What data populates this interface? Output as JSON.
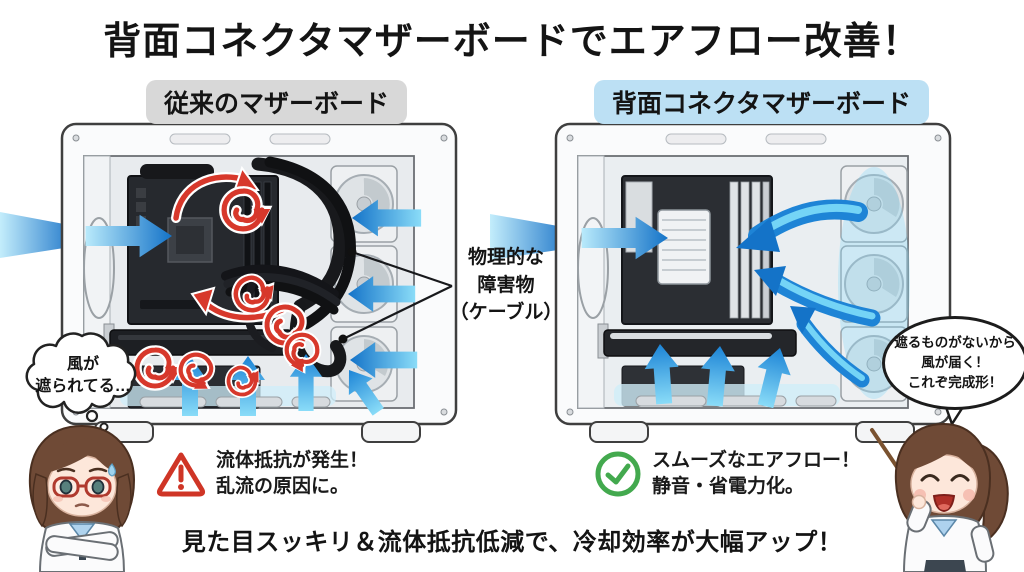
{
  "title": "背面コネクタマザーボードでエアフロー改善！",
  "left_panel": {
    "header": "従来のマザーボード",
    "thought_bubble": {
      "line1": "風が",
      "line2": "遮られてる…"
    },
    "warning": {
      "line1": "流体抵抗が発生！",
      "line2": "乱流の原因に。"
    }
  },
  "right_panel": {
    "header": "背面コネクタマザーボード",
    "speech_bubble": {
      "line1": "遮るものがないから",
      "line2": "風が届く！",
      "line3": "これぞ完成形！"
    },
    "benefit": {
      "line1": "スムーズなエアフロー！",
      "line2": "静音・省電力化。"
    }
  },
  "annotation": {
    "line1": "物理的な",
    "line2": "障害物",
    "line3": "（ケーブル）"
  },
  "footer": "見た目スッキリ＆流体抵抗低減で、冷却効率が大幅アップ！",
  "icons": {
    "warning": "warning-triangle",
    "check": "check-circle",
    "turbulence": "red-swirl",
    "airflow": "blue-arrow"
  },
  "colors": {
    "airflow_blue": "#1473c8",
    "airflow_cyan": "#8adcf8",
    "turbulence_red": "#d7382b",
    "warning_red": "#cf3526",
    "check_green": "#43a94e",
    "header_gray_bg": "#d8d8d8",
    "header_blue_bg": "#bce0f4"
  }
}
